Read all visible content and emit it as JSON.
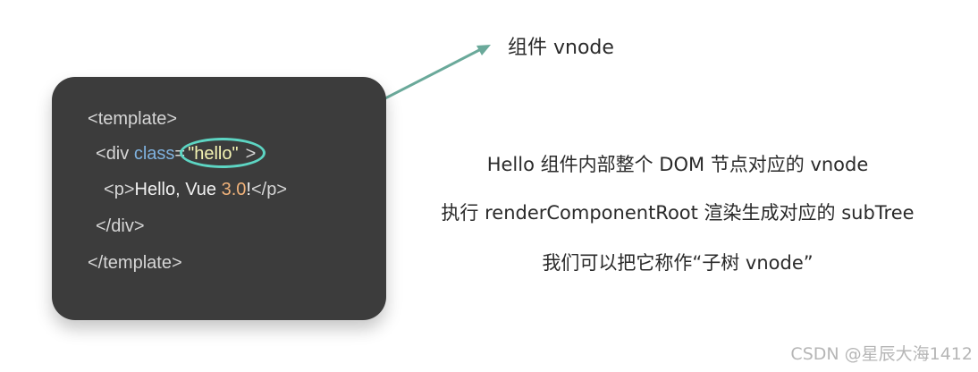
{
  "code": {
    "line1": {
      "open": "<",
      "tag": "template",
      "close": ">"
    },
    "line2": {
      "open": "<",
      "tag": "div",
      "space": " ",
      "attr": "class",
      "eq": "=",
      "value": "\"hello\"",
      "close": ">"
    },
    "line3": {
      "open": "<",
      "tag": "p",
      "close": ">",
      "text_before": "Hello, Vue ",
      "version": "3.0",
      "bang": "!",
      "end_open": "</",
      "end_tag": "p",
      "end_close": ">"
    },
    "line4": {
      "open": "</",
      "tag": "div",
      "close": ">"
    },
    "line5": {
      "open": "</",
      "tag": "template",
      "close": ">"
    }
  },
  "annotation": {
    "label": "组件 vnode",
    "arrow_color": "#6aa99a",
    "highlight_color": "#5dd5c3"
  },
  "descriptions": [
    "Hello 组件内部整个 DOM 节点对应的 vnode",
    "执行 renderComponentRoot 渲染生成对应的 subTree",
    "我们可以把它称作“子树 vnode”"
  ],
  "watermark": "CSDN @星辰大海1412"
}
